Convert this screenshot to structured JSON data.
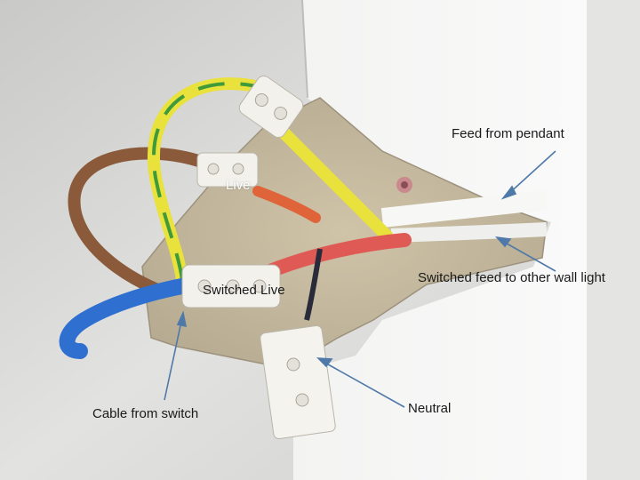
{
  "labels": {
    "feed_from_pendant": "Feed from pendant",
    "live": "Live",
    "switched_feed": "Switched feed to other wall light",
    "switched_live": "Switched Live",
    "cable_from_switch": "Cable from switch",
    "neutral": "Neutral"
  },
  "colors": {
    "arrow": "#4f79a8",
    "earth_green": "#3f9a3a",
    "earth_yellow": "#e9e23c",
    "brown": "#8a5a3b",
    "blue": "#2f6fd0",
    "red": "#e05a55",
    "plaster": "#c9bfa9",
    "wall": "#e6e6e4"
  }
}
